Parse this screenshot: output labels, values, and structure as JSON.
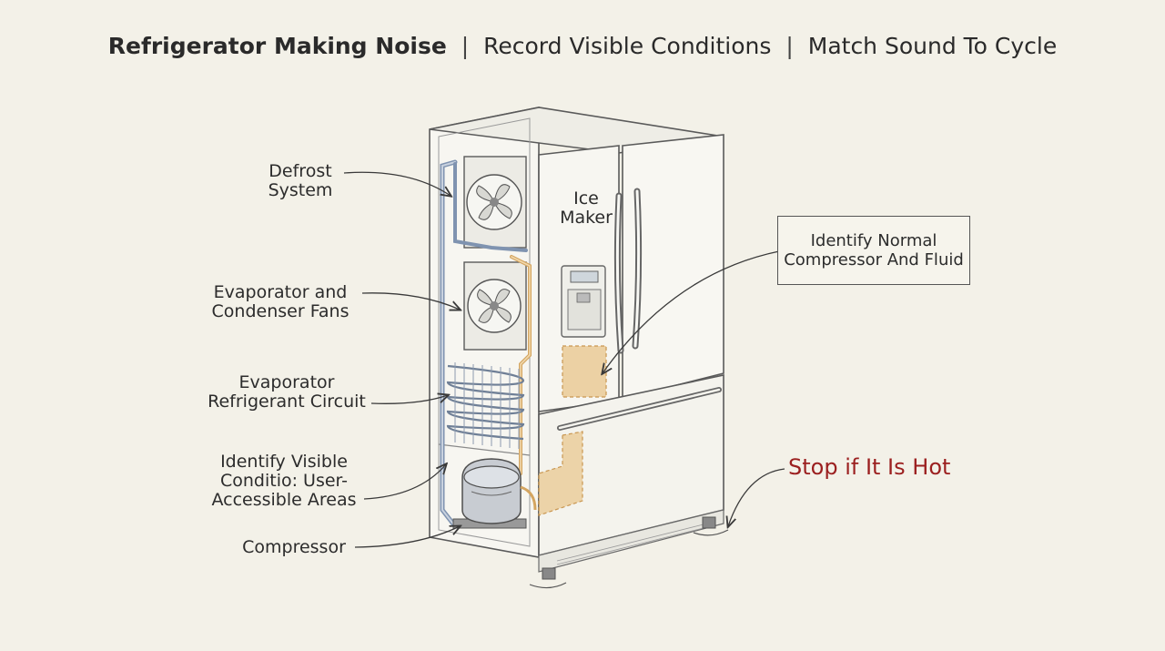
{
  "title": {
    "main": "Refrigerator Making Noise",
    "part2": "Record Visible Conditions",
    "part3": "Match Sound To Cycle",
    "separator": "|"
  },
  "labels": {
    "defrost_line1": "Defrost",
    "defrost_line2": "System",
    "fans_line1": "Evaporator and",
    "fans_line2": "Condenser Fans",
    "circuit_line1": "Evaporator",
    "circuit_line2": "Refrigerant Circuit",
    "visible_line1": "Identify Visible",
    "visible_line2": "Conditio: User-",
    "visible_line3": "Accessible Areas",
    "compressor": "Compressor",
    "ice_line1": "Ice",
    "ice_line2": "Maker"
  },
  "callout_box": {
    "line1": "Identify Normal",
    "line2": "Compressor And Fluid"
  },
  "warning": "Stop if It Is Hot",
  "colors": {
    "background": "#f3f1e8",
    "warning": "#9b1f1f",
    "cold_line": "#7f93b0",
    "warm_line": "#d4a560",
    "highlight": "#e8c48a"
  },
  "icons": [
    "fan-icon",
    "fan-icon",
    "compressor-icon",
    "ice-dispenser-icon"
  ]
}
